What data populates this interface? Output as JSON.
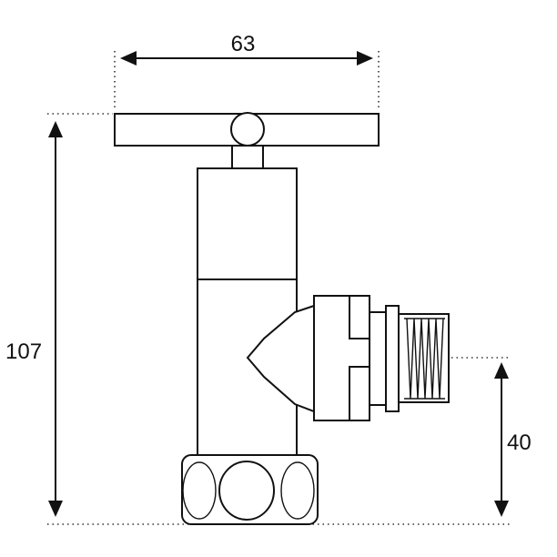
{
  "dimensions": {
    "width_label": "63",
    "height_label": "107",
    "outlet_height_label": "40"
  },
  "colors": {
    "line": "#111111",
    "background": "#ffffff"
  }
}
